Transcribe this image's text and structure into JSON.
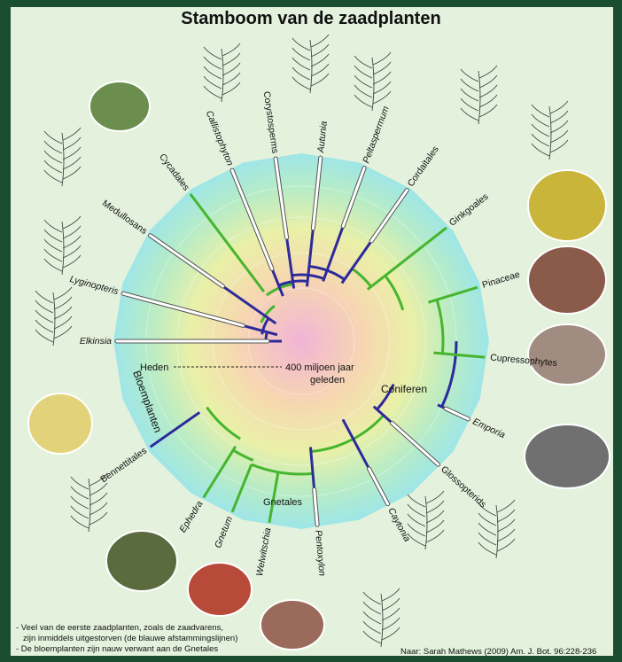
{
  "title": "Stamboom van de zaadplanten",
  "center_label": {
    "left": "Heden",
    "right_line1": "400 miljoen jaar",
    "right_line2": "geleden"
  },
  "clade_labels": {
    "coniferen": "Coniferen",
    "gnetales": "Gnetales",
    "bloemplanten": "Bloemplanten"
  },
  "taxa": [
    {
      "name": "Elkinsia",
      "extinct": true,
      "italic": true
    },
    {
      "name": "Lyginopteris",
      "extinct": true,
      "italic": true
    },
    {
      "name": "Medullosans",
      "extinct": true,
      "italic": false
    },
    {
      "name": "Cycadales",
      "extinct": false,
      "italic": false
    },
    {
      "name": "Callistophyton",
      "extinct": true,
      "italic": true
    },
    {
      "name": "Corystosperms",
      "extinct": true,
      "italic": false
    },
    {
      "name": "Autunia",
      "extinct": true,
      "italic": true
    },
    {
      "name": "Peltaspermum",
      "extinct": true,
      "italic": true
    },
    {
      "name": "Cordaitales",
      "extinct": true,
      "italic": false
    },
    {
      "name": "Ginkgoales",
      "extinct": false,
      "italic": false
    },
    {
      "name": "Pinaceae",
      "extinct": false,
      "italic": false
    },
    {
      "name": "Cupressophytes",
      "extinct": false,
      "italic": false
    },
    {
      "name": "Emporia",
      "extinct": true,
      "italic": true
    },
    {
      "name": "Glossopterids",
      "extinct": true,
      "italic": false
    },
    {
      "name": "Caytonia",
      "extinct": true,
      "italic": true
    },
    {
      "name": "Pentoxylon",
      "extinct": true,
      "italic": true
    },
    {
      "name": "Welwitschia",
      "extinct": false,
      "italic": true
    },
    {
      "name": "Gnetum",
      "extinct": false,
      "italic": true
    },
    {
      "name": "Ephedra",
      "extinct": false,
      "italic": true
    },
    {
      "name": "Bennettitales",
      "extinct": true,
      "italic": false
    }
  ],
  "notes": [
    "- Veel van de eerste zaadplanten, zoals de zaadvarens,",
    "  zijn inmiddels uitgestorven (de blauwe afstammingslijnen)",
    "- De bloemplanten zijn nauw verwant aan de Gnetales"
  ],
  "source": "Naar: Sarah Mathews (2009) Am. J. Bot. 96:228-236",
  "colors": {
    "living": "#46b52e",
    "extinct": "#2d2a9c",
    "fossil_bar": "#ffffff",
    "background": "#e4f2dd"
  }
}
